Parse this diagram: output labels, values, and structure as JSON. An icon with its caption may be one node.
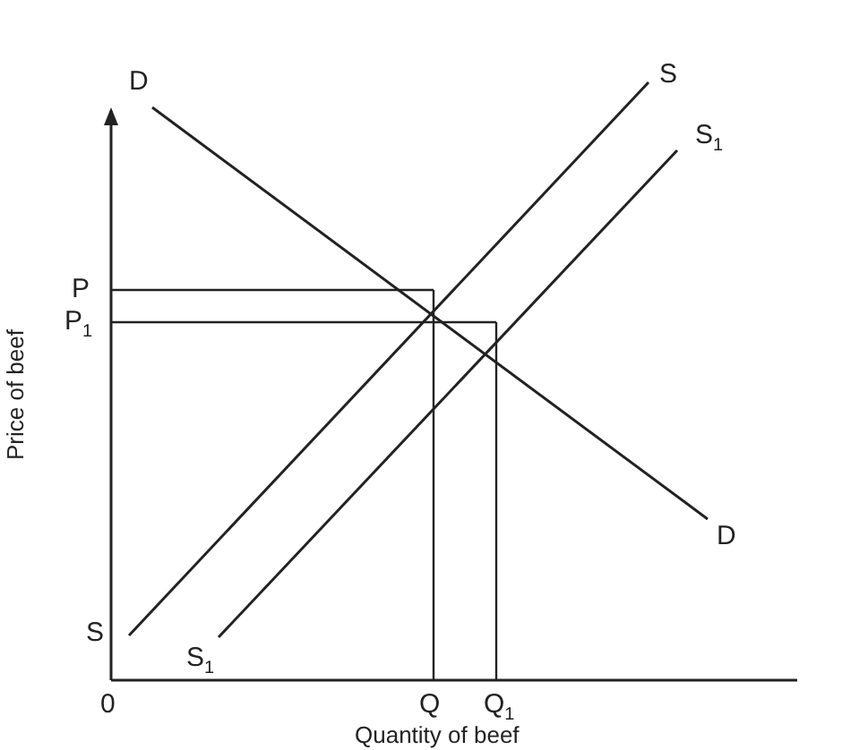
{
  "diagram": {
    "labels": [
      "D",
      "S",
      "S$_{1}$",
      "P",
      "P$_{1}$",
      "D",
      "S",
      "S$_{1}$",
      "0",
      "Q",
      "Q$_{1}$",
      "Price of beef",
      "Quantity of beef"
    ]
  }
}
